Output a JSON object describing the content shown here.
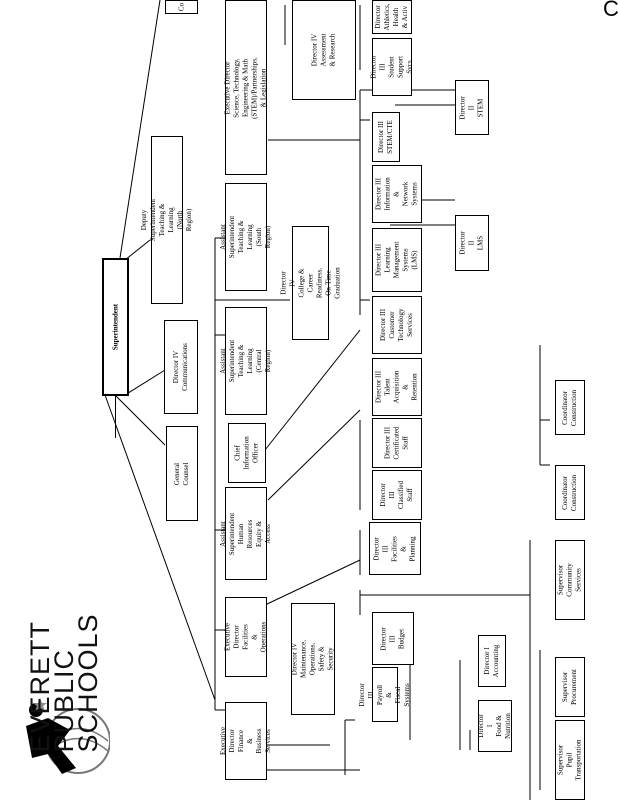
{
  "logo": {
    "name": "EVERETT\nPUBLIC\nSCHOOLS"
  },
  "corner_glyph": "C",
  "boxes": {
    "superintendent": "Superintendent",
    "director_communications": "Director IV\nCommunications",
    "general_counsel": "General Counsel",
    "deputy_superintendent": "Deputy Superintendent\nTeaching & Learning (North Region)",
    "ed_finance": "Executive Director\nFinance &\nBusiness Services",
    "ed_facilities": "Executive Director\nFacilities &\nOperations",
    "asst_hr": "Assistant Superintendent\nHuman Resources\nEquity & Access",
    "cio": "Chief\nInformation\nOfficer",
    "asst_tl_central": "Assistant Superintendent\nTeaching & Learning\n(Central Region)",
    "asst_tl_south": "Assistant Superintendent\nTeaching & Learning\n(South Region)",
    "ed_stem": "Executive Director\nScience, Technology, Engineering & Math\n(STEM)/Partnerships, & Legislation",
    "dir_college_career": "Director IV\nCollege & Career Readiness,\nOn-Time Graduation",
    "dir_assessment": "Director IV\nAssessment & Research",
    "dir_maintenance": "Director IV\nMaintenance, Operations,\nSafety & Security",
    "dir_payroll": "Director III\nPayroll & Fiscal\nSystems",
    "dir_budget": "Director III\nBudget",
    "dir_accounting": "Director I\nAccounting",
    "dir_food": "Director I\nFood &\nNutrition",
    "dir_facilities_planning": "Director III\nFacilities &\nPlanning",
    "dir_classified": "Director III\nClassified\nStaff",
    "dir_certificated": "Director III\nCertificated\nStaff",
    "dir_talent": "Director III\nTalent\nAcquisition & Retention",
    "dir_customer_tech": "Director III\nCustomer\nTechnology\nServices",
    "dir_lms": "Director III\nLearning\nManagement\nSystems (LMS)",
    "dir_info_network": "Director III\nInformation &\nNetwork\nSystems",
    "dir_lms2": "Director II\nLMS",
    "dir_stem_cte": "Director III\nSTEM/CTE",
    "dir_stem2": "Director II\nSTEM",
    "dir_student_support": "Director III\nStudent Support Svcs",
    "dir_athletics": "Director\nAthletics,\nHealth\n& Activ",
    "sup_transportation": "Supervisor\nPupil Transportation",
    "sup_procurement": "Supervisor\nProcurement",
    "sup_community": "Supervisor\nCommunity Services",
    "coord_construction1": "Coordinator\nConstruction",
    "coord_construction2": "Coordinator\nConstruction",
    "partial_top": "Co"
  }
}
